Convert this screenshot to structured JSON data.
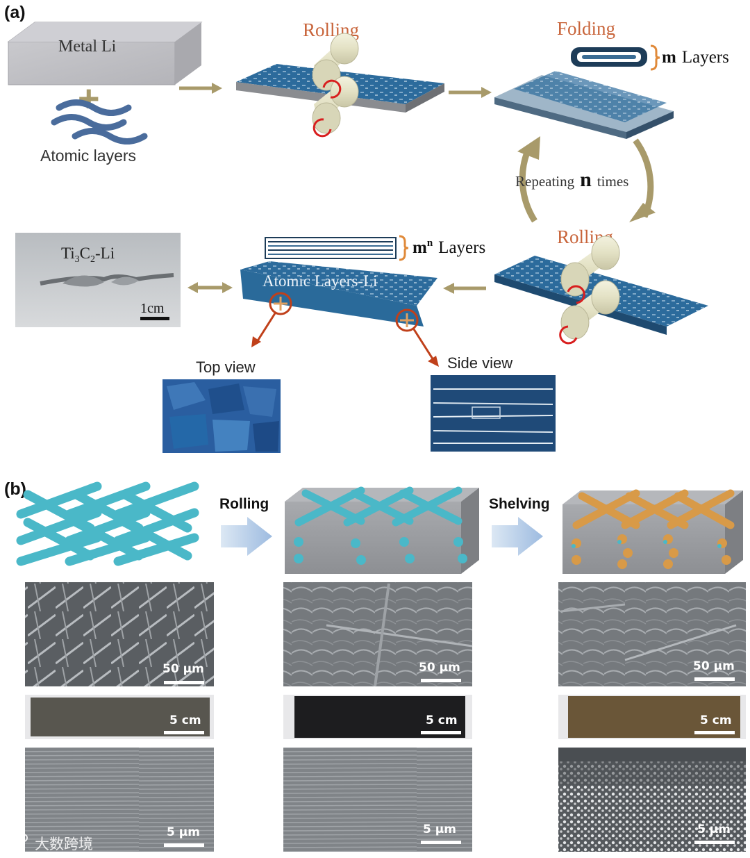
{
  "panel_a": {
    "label": "(a)",
    "metal_li": "Metal Li",
    "plus": "+",
    "atomic_layers": "Atomic layers",
    "rolling_top": "Rolling",
    "folding": "Folding",
    "m_layers_m": "m",
    "m_layers_text": "Layers",
    "repeating_prefix": "Repeating",
    "repeating_n": "n",
    "repeating_suffix": "times",
    "rolling_right": "Rolling",
    "mn_base": "m",
    "mn_sup": "n",
    "mn_text": "Layers",
    "photo_label_main": "Ti",
    "photo_label_sub1": "3",
    "photo_label_c": "C",
    "photo_label_sub2": "2",
    "photo_label_tail": "-Li",
    "scale_1cm": "1cm",
    "atomic_layers_li": "Atomic Layers-Li",
    "top_view": "Top view",
    "side_view": "Side view"
  },
  "panel_b": {
    "label": "(b)",
    "rolling": "Rolling",
    "shelving": "Shelving",
    "scale_50um": "50 μm",
    "scale_5cm": "5 cm",
    "scale_5um": "5 μm",
    "watermark": "大数跨境"
  },
  "colors": {
    "arrow_gold": "#a89a6a",
    "label_orange": "#c8643a",
    "li_blue": "#2a6a9a",
    "roller_cream": "#e8e6cc",
    "fiber_cyan": "#4ab8c8",
    "fiber_orange": "#d89a48",
    "block_gray": "#9a9ca0",
    "pointer_red": "#c0401a"
  }
}
